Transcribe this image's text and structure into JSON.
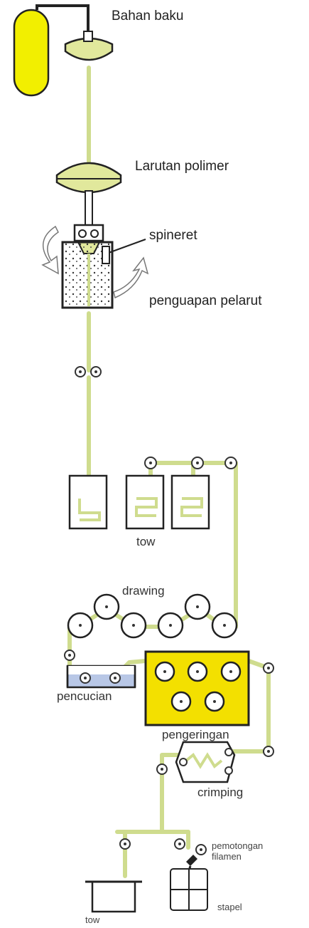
{
  "labels": {
    "bahan_baku": "Bahan baku",
    "larutan_polimer": "Larutan polimer",
    "spineret": "spineret",
    "penguapan_pelarut": "penguapan pelarut",
    "tow_top": "tow",
    "drawing": "drawing",
    "pencucian": "pencucian",
    "pengeringan": "pengeringan",
    "crimping": "crimping",
    "pemotongan_filamen": "pemotongan\nfilamen",
    "tow_bottom": "tow",
    "stapel": "stapel"
  },
  "colors": {
    "polymer_yellow": "#f2ef00",
    "solution_green": "#e1e89c",
    "fiber_line": "#cfdc8e",
    "outline": "#222222",
    "wash_water": "#b8c7e6",
    "dryer_fill": "#f3e000",
    "background": "#ffffff"
  },
  "icons": {
    "guide_roller": "roller-icon",
    "arrow": "curved-arrow-icon"
  }
}
